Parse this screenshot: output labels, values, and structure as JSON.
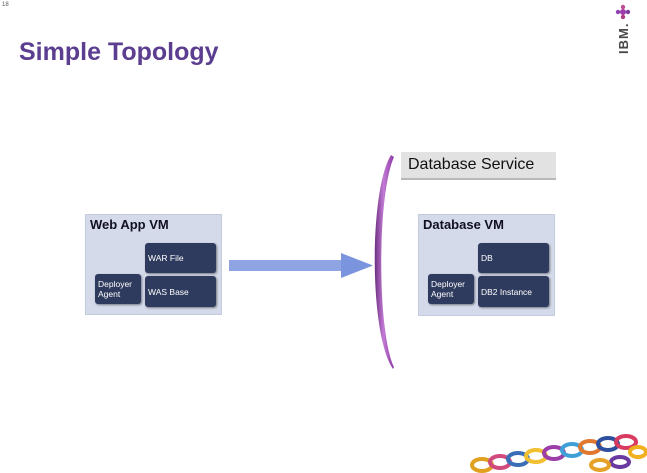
{
  "slide": {
    "number": "18",
    "title": "Simple Topology"
  },
  "brand": {
    "logo_text": "IBM.",
    "mark_icon": "flower-swirl-icon",
    "footer_decoration": "colored-chain-rings-decoration"
  },
  "left_vm": {
    "title": "Web App VM",
    "components": {
      "deployer_agent": "Deployer Agent",
      "war_file": "WAR File",
      "was_base": "WAS Base"
    }
  },
  "right_vm": {
    "title": "Database VM",
    "components": {
      "deployer_agent": "Deployer Agent",
      "db": "DB",
      "db2_instance": "DB2 Instance"
    }
  },
  "service": {
    "label": "Database Service"
  },
  "colors": {
    "title": "#5b3e8f",
    "vm_background": "#d4daea",
    "component": "#2f3b5e",
    "arrow": "#8fa4e2",
    "bracket": "#a64fc4"
  }
}
